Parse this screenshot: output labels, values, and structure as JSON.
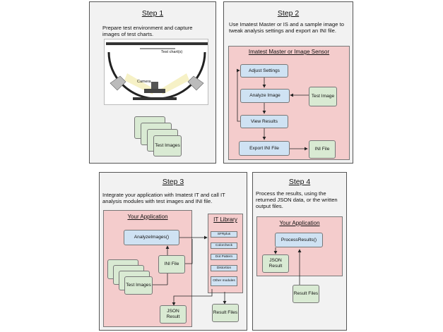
{
  "step1": {
    "title": "Step 1",
    "description": "Prepare test environment and capture images of test charts.",
    "test_charts_label": "Test chart(s)",
    "camera_label": "Camera",
    "test_images": "Test Images"
  },
  "step2": {
    "title": "Step 2",
    "description": "Use Imatest Master or IS and a sample image to tweak analysis settings and export an INI file.",
    "panel_title": "Imatest Master or Image Sensor",
    "adjust": "Adjust Settings",
    "analyze": "Analyze Image",
    "view": "View Results",
    "export": "Export INI File",
    "test_image": "Test Image",
    "ini_file": "INI File"
  },
  "step3": {
    "title": "Step 3",
    "description": "Integrate your application with Imatest IT and call IT analysis modules with test images and INI file.",
    "app_title": "Your Application",
    "analyze_call": "AnalyzeImages()",
    "ini_file": "INI File",
    "test_images": "Test Images",
    "json_result": "JSON Result",
    "result_files": "Result Files",
    "library_title": "IT Library",
    "modules": [
      "SFRplus",
      "Colorcheck",
      "Dot Pattern",
      "Distortion",
      "Other modules"
    ]
  },
  "step4": {
    "title": "Step 4",
    "description": "Process the results, using the returned JSON data, or the written output files.",
    "app_title": "Your Application",
    "process_call": "ProcessResults()",
    "json_result": "JSON Result",
    "result_files": "Result Files"
  }
}
